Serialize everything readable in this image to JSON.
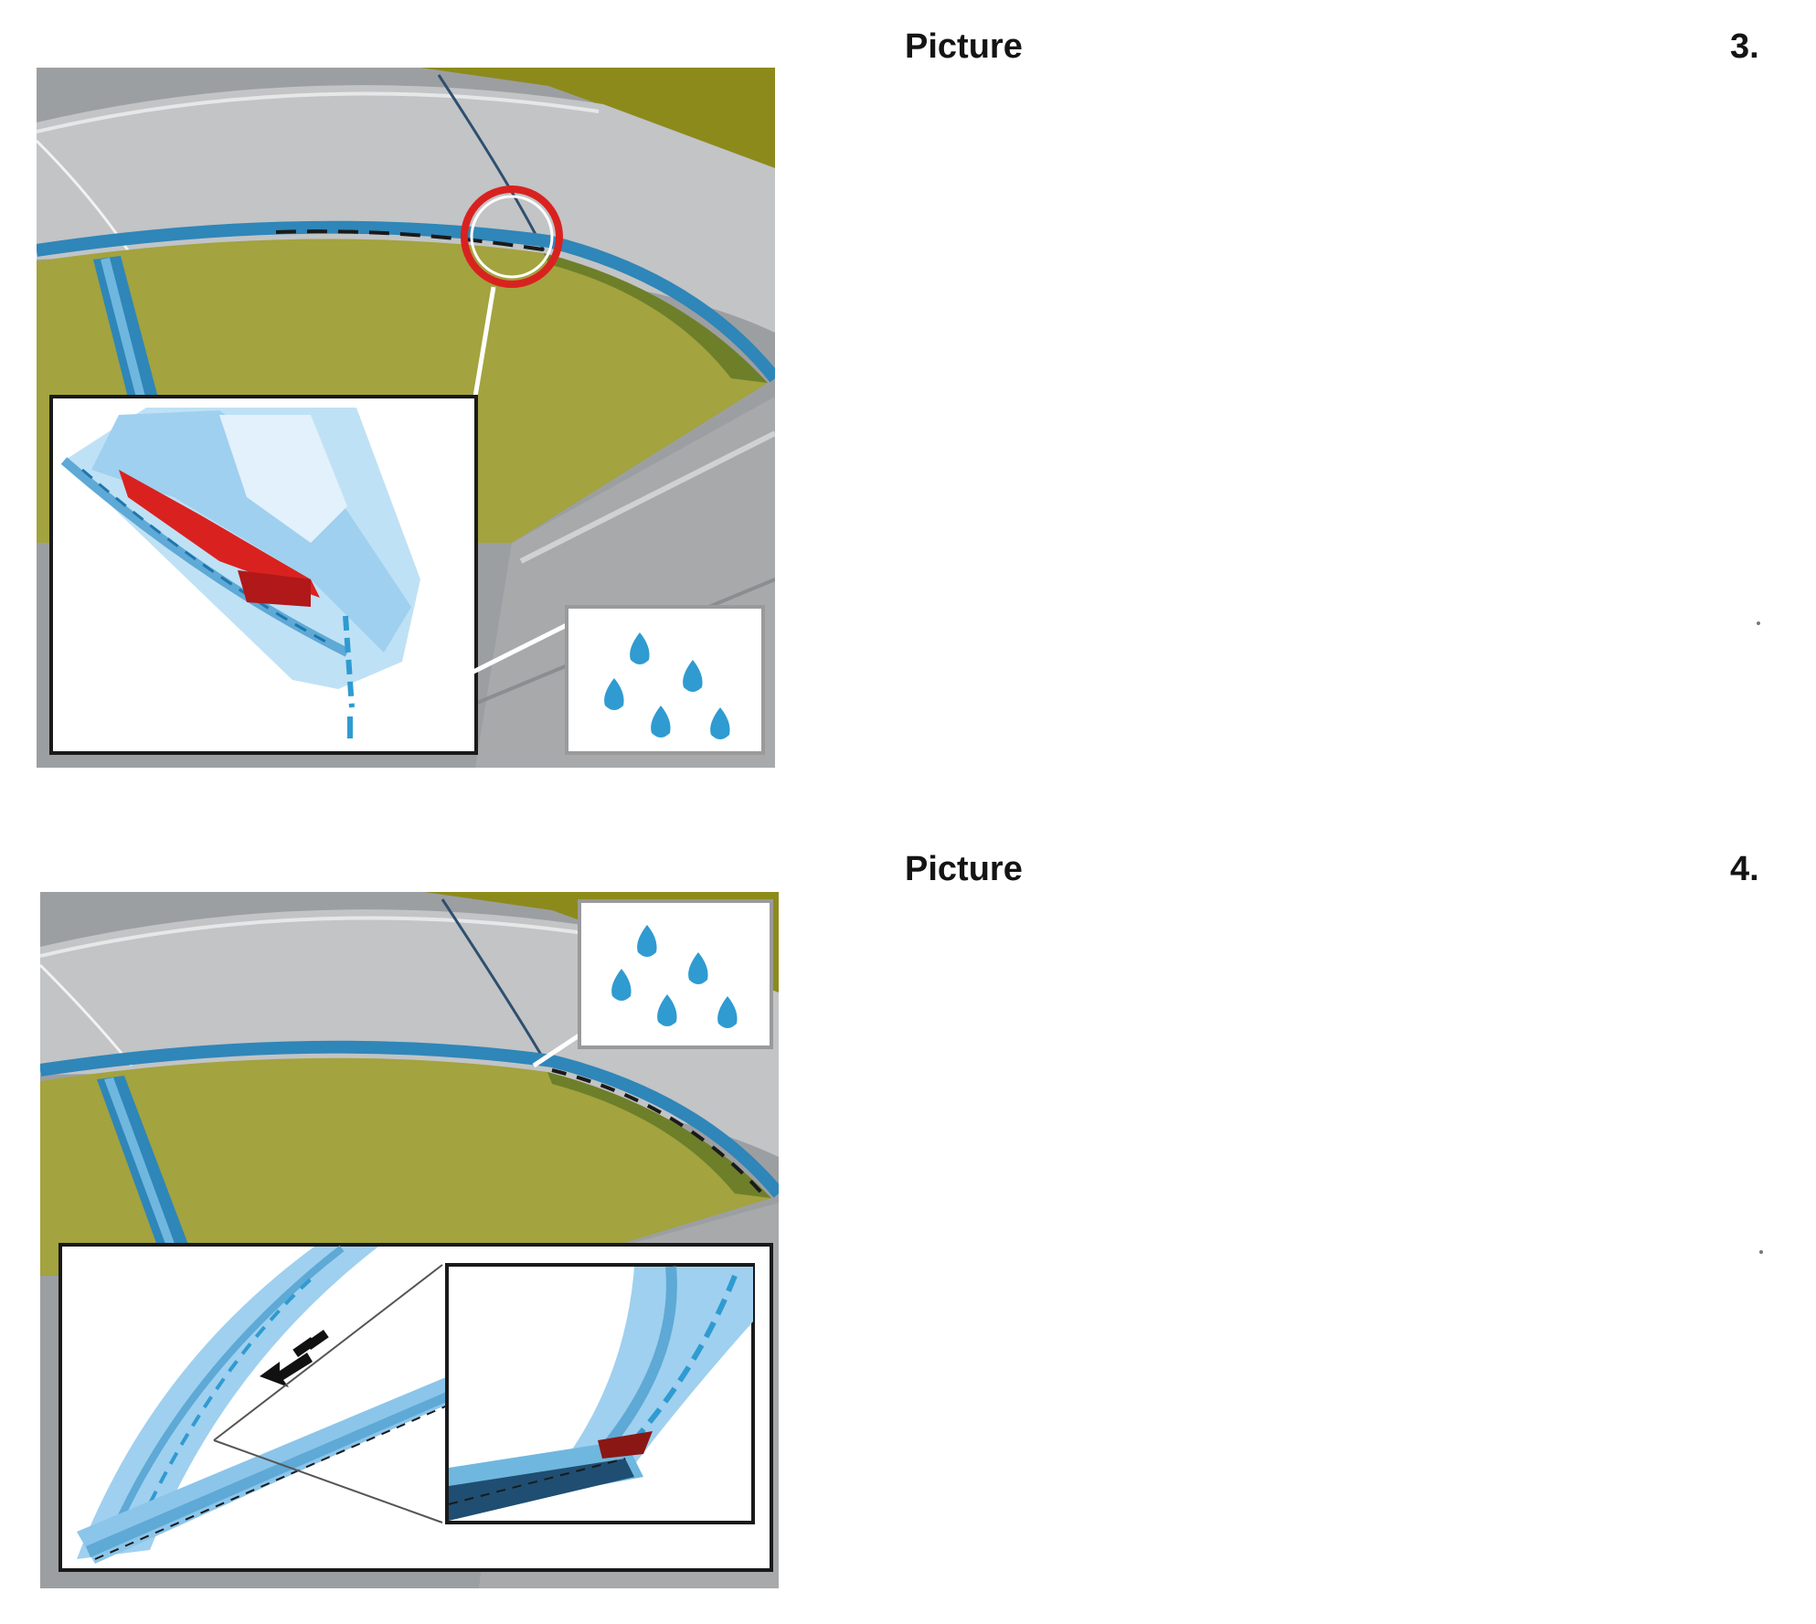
{
  "steps": [
    {
      "caption": "Picture",
      "number": "3.",
      "marker": "."
    },
    {
      "caption": "Picture",
      "number": "4.",
      "marker": "."
    }
  ],
  "colors": {
    "roof_gray": "#b8babc",
    "body_gray": "#a9abad",
    "glass_olive": "#a3a33f",
    "glass_edge": "#6e7f2a",
    "seal_blue": "#2f86b8",
    "part_blue": "#9fd0ef",
    "highlight_red": "#d9221f",
    "drop_blue": "#2f9bd1"
  },
  "icons": {
    "rain": "water-drops-icon",
    "marker": "red-circle-marker",
    "arrow": "direction-arrow-icon"
  }
}
